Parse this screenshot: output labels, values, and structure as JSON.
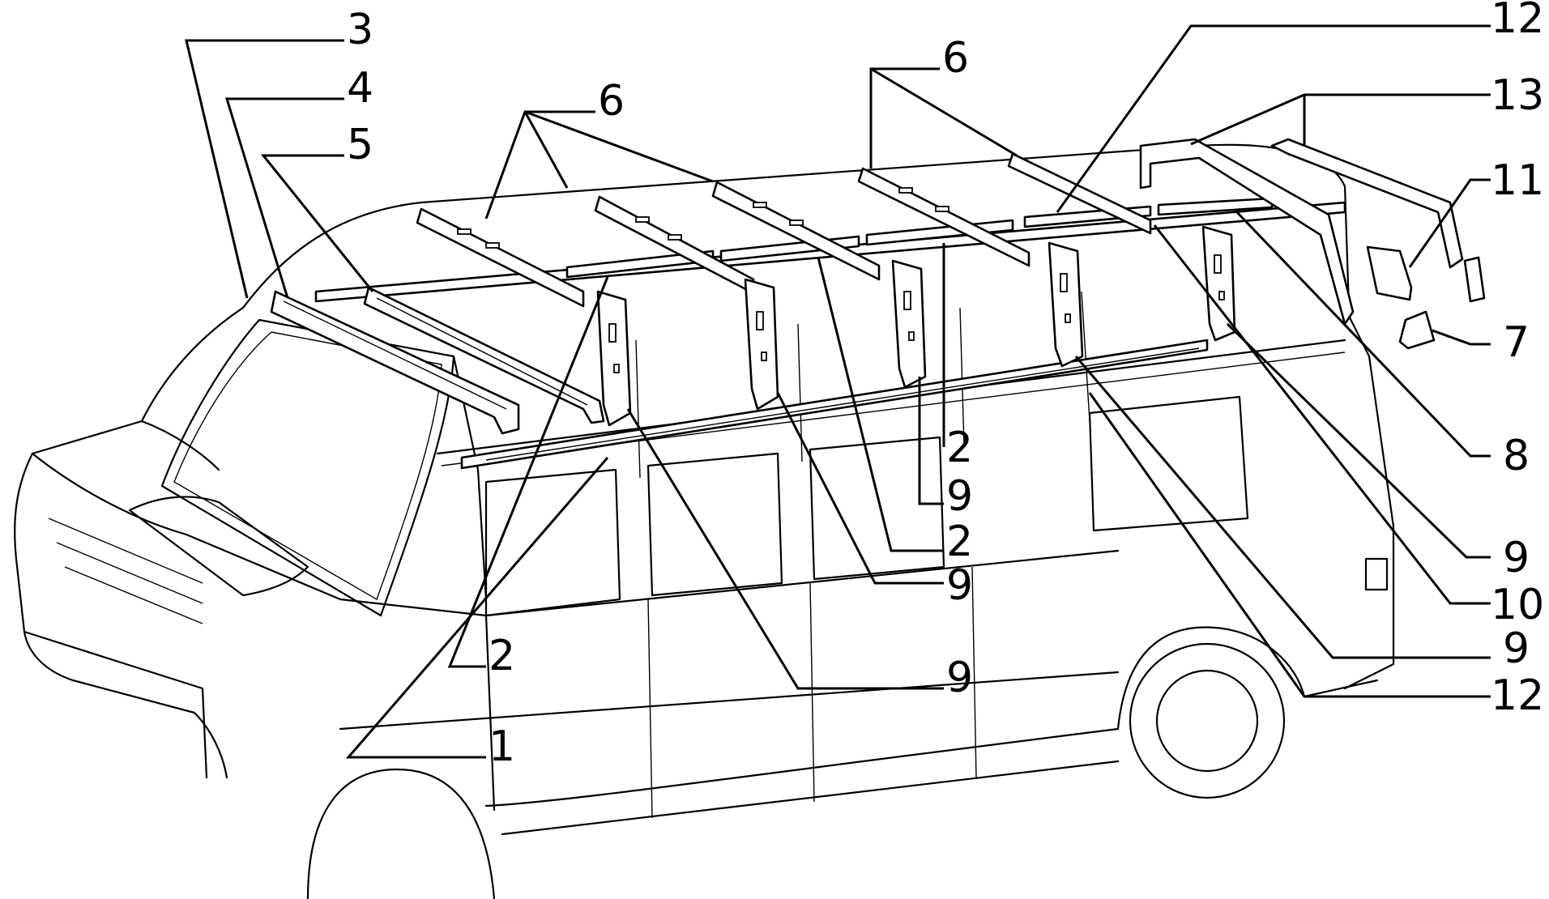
{
  "diagram": {
    "callouts": [
      {
        "id": "c3",
        "label": "3"
      },
      {
        "id": "c4",
        "label": "4"
      },
      {
        "id": "c5",
        "label": "5"
      },
      {
        "id": "c6a",
        "label": "6"
      },
      {
        "id": "c6b",
        "label": "6"
      },
      {
        "id": "c12a",
        "label": "12"
      },
      {
        "id": "c13",
        "label": "13"
      },
      {
        "id": "c11",
        "label": "11"
      },
      {
        "id": "c7",
        "label": "7"
      },
      {
        "id": "c8",
        "label": "8"
      },
      {
        "id": "c9a",
        "label": "9"
      },
      {
        "id": "c10",
        "label": "10"
      },
      {
        "id": "c9b",
        "label": "9"
      },
      {
        "id": "c12b",
        "label": "12"
      },
      {
        "id": "c2a",
        "label": "2"
      },
      {
        "id": "c9c",
        "label": "9"
      },
      {
        "id": "c2b",
        "label": "2"
      },
      {
        "id": "c9d",
        "label": "9"
      },
      {
        "id": "c2c",
        "label": "2"
      },
      {
        "id": "c9e",
        "label": "9"
      },
      {
        "id": "c1",
        "label": "1"
      }
    ]
  }
}
